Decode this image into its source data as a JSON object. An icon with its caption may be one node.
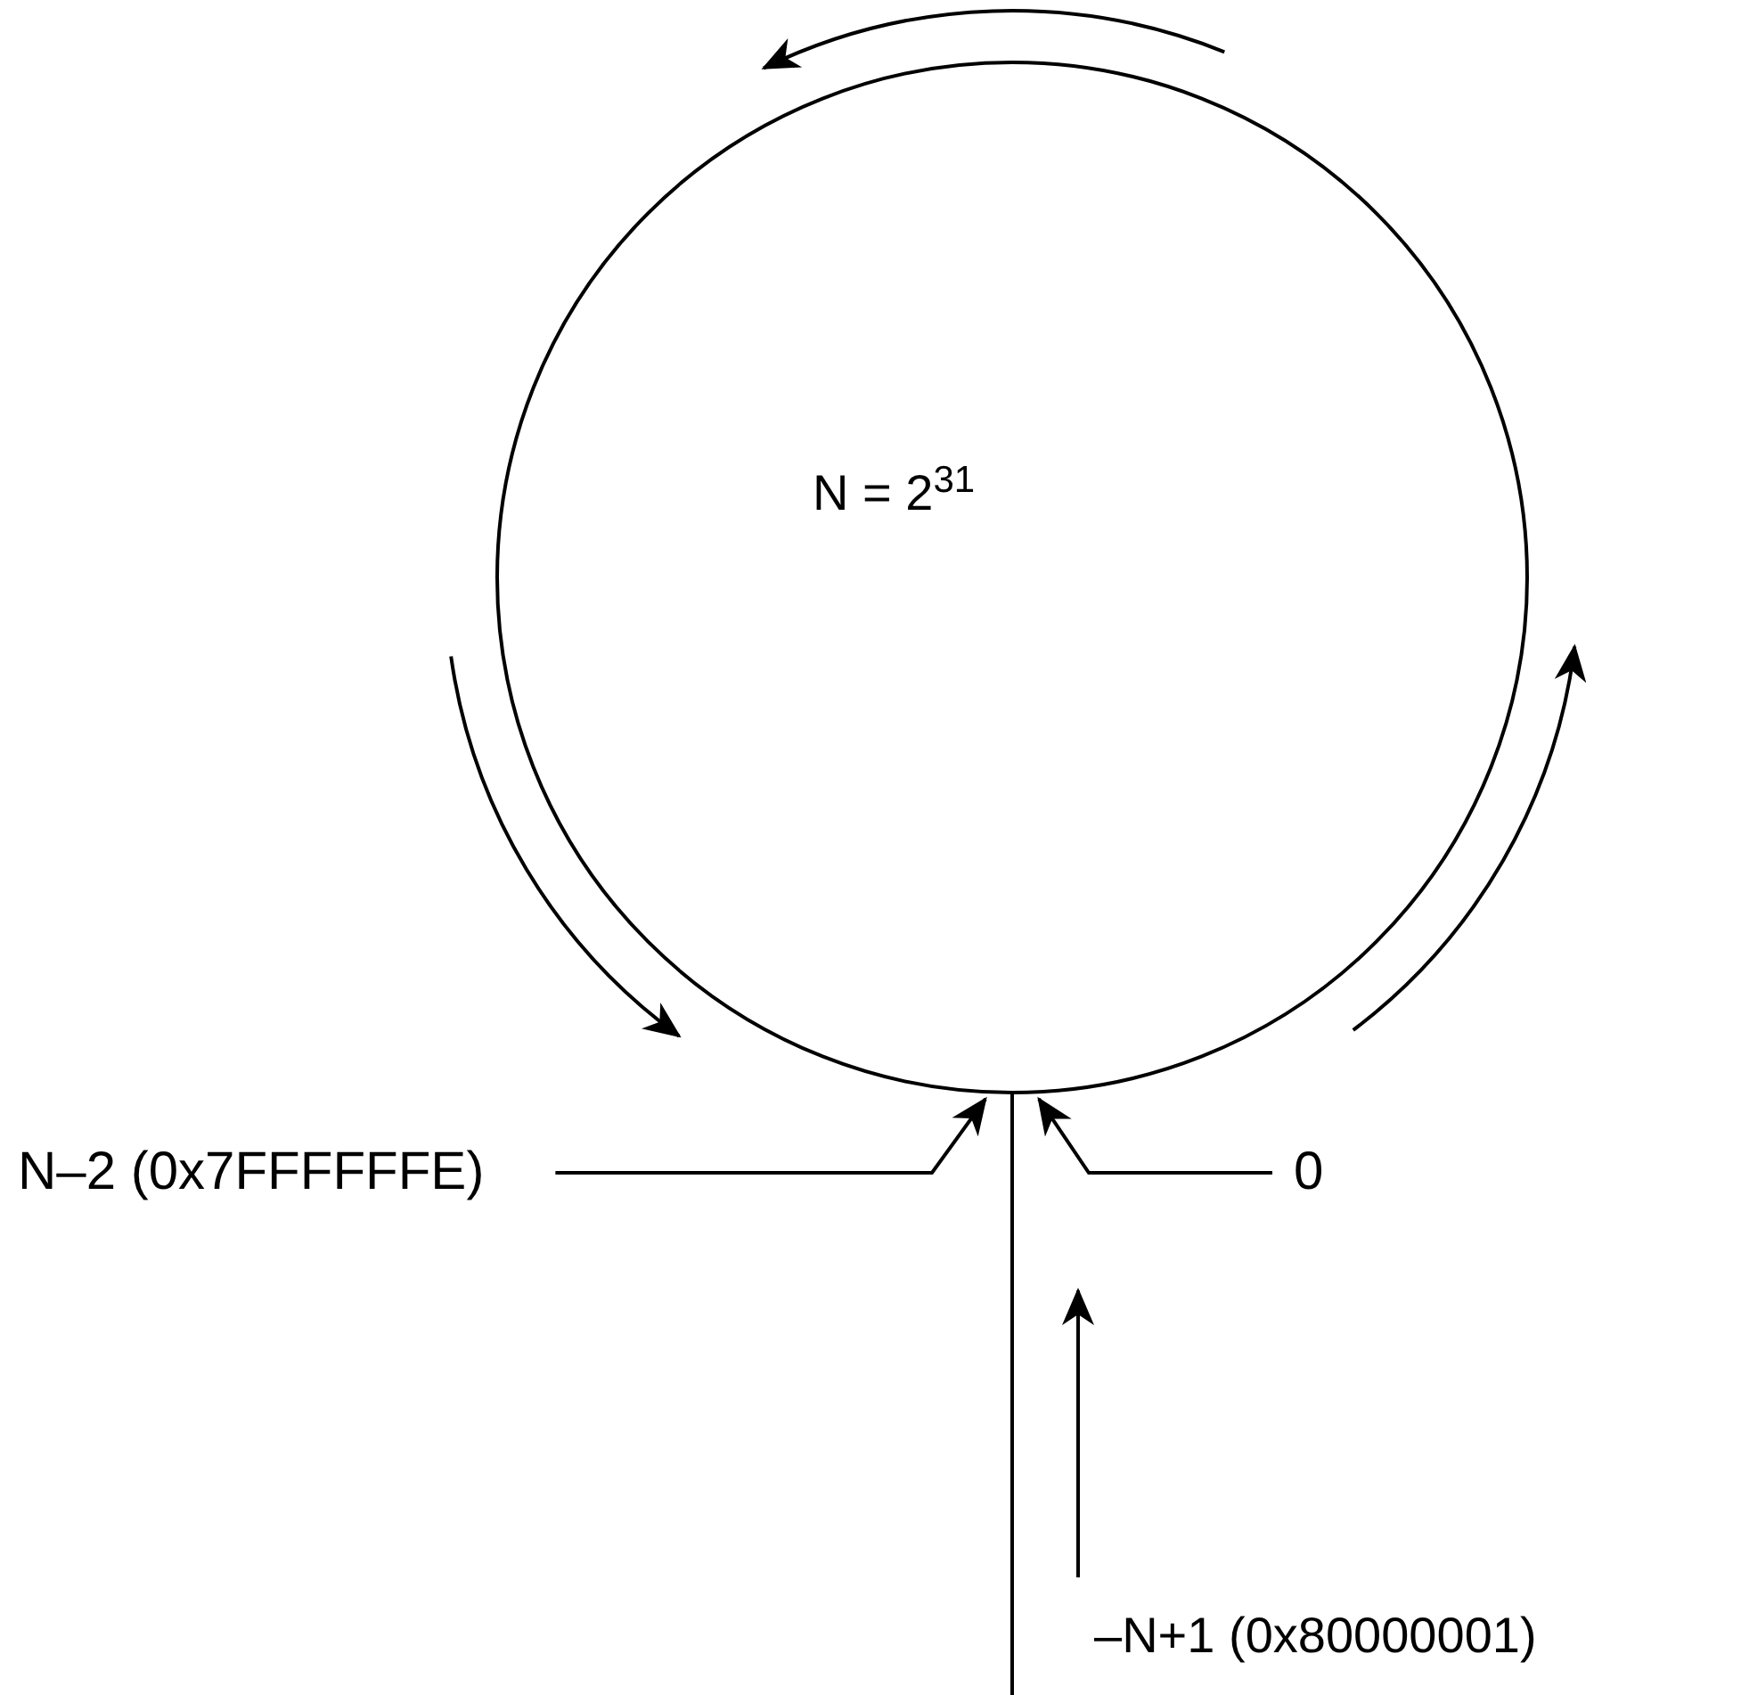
{
  "diagram": {
    "nodes": [
      {
        "text": [
          "N = 2$^{31}$"
        ]
      },
      {
        "text": [
          "N–2 (0x7FFFFFFE)"
        ]
      },
      {
        "text": [
          "0"
        ]
      }
    ],
    "edges": [
      {
        "from": 1,
        "to": 0,
        "arrow": "to"
      },
      {
        "from": 2,
        "to": 0,
        "arrow": "to"
      }
    ],
    "labels": [
      "–N+1 (0x80000001)"
    ]
  }
}
